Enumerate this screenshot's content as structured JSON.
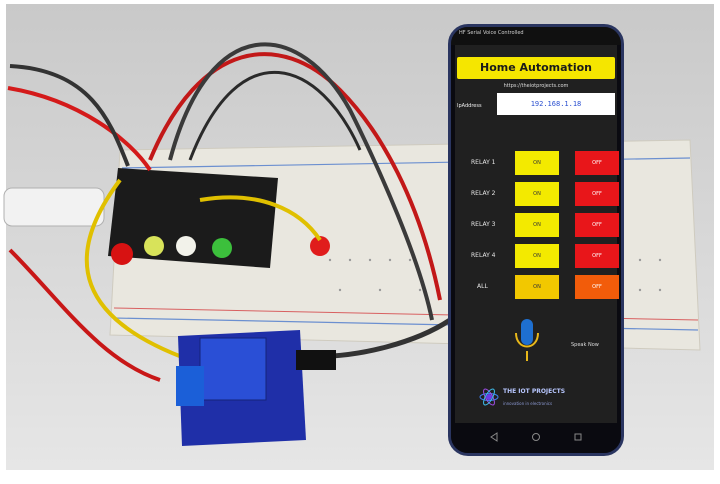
{
  "app": {
    "status_text": "HF Serial Voice Controlled",
    "title": "Home Automation",
    "url": "https://theiotprojects.com",
    "ip_label": "IpAddress",
    "ip_value": "192.168.1.18"
  },
  "relays": [
    {
      "label": "RELAY 1",
      "on": "ON",
      "off": "OFF"
    },
    {
      "label": "RELAY 2",
      "on": "ON",
      "off": "OFF"
    },
    {
      "label": "RELAY 3",
      "on": "ON",
      "off": "OFF"
    },
    {
      "label": "RELAY 4",
      "on": "ON",
      "off": "OFF"
    },
    {
      "label": "ALL",
      "on": "ON",
      "off": "OFF"
    }
  ],
  "voice": {
    "label": "Speak Now"
  },
  "brand": {
    "name": "THE IOT PROJECTS",
    "tagline": "innovation in electronics"
  },
  "colors": {
    "title_yellow": "#f5e600",
    "on_button": "#f3ea00",
    "off_button": "#e8161a",
    "all_off_button": "#f25c0a",
    "phone_frame": "#2a3560"
  },
  "icons": [
    "microphone-icon",
    "atom-logo-icon",
    "back-icon",
    "home-icon",
    "recents-icon"
  ]
}
